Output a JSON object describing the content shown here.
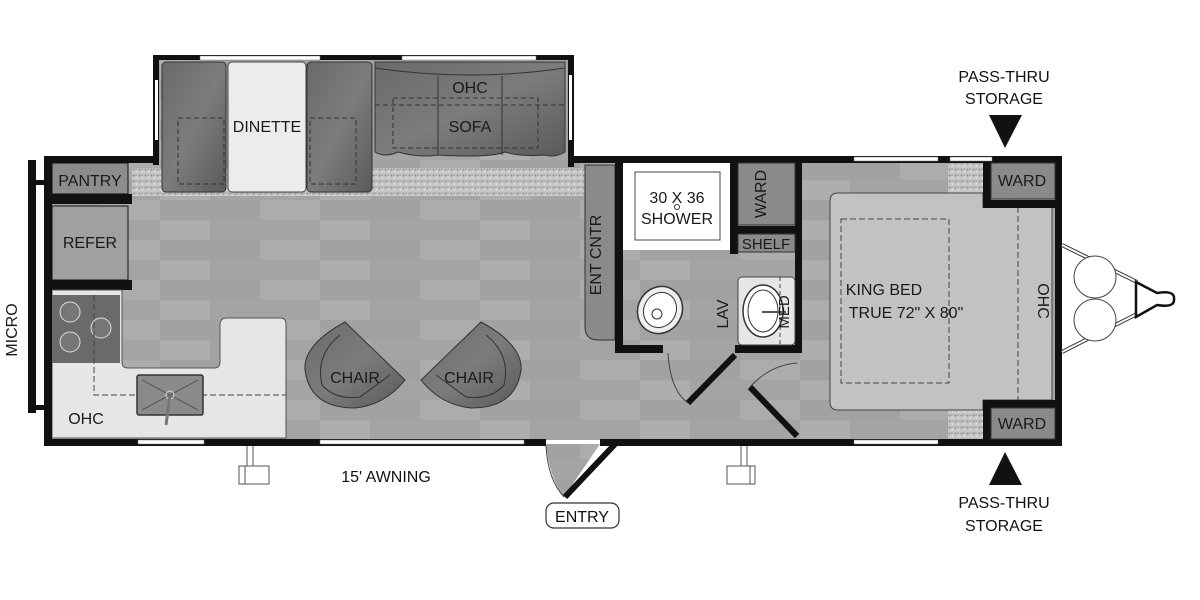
{
  "floorplan": {
    "rooms": {
      "pantry": "PANTRY",
      "refer": "REFER",
      "micro": "MICRO",
      "kitchen_ohc": "OHC",
      "dinette": "DINETTE",
      "sofa_ohc": "OHC",
      "sofa": "SOFA",
      "chair_1": "CHAIR",
      "chair_2": "CHAIR",
      "ent_cntr": "ENT CNTR",
      "shower_size": "30 X 36",
      "shower": "SHOWER",
      "bath_ward": "WARD",
      "shelf": "SHELF",
      "lav": "LAV",
      "med": "MED",
      "bed_title": "KING BED",
      "bed_size": "TRUE 72\" X 80\"",
      "bed_ohc": "OHC",
      "ward_top": "WARD",
      "ward_bottom": "WARD"
    },
    "exterior": {
      "awning": "15' AWNING",
      "entry": "ENTRY",
      "pass_thru_top_line1": "PASS-THRU",
      "pass_thru_top_line2": "STORAGE",
      "pass_thru_bottom_line1": "PASS-THRU",
      "pass_thru_bottom_line2": "STORAGE"
    },
    "colors": {
      "wall": "#111111",
      "floor": "#a8a8a8",
      "cabinet": "#8a8a8a",
      "furniture": "#5e5e5e",
      "counter": "#e6e6e6",
      "bed": "#c4c4c4",
      "carpet": "#bdbdbd"
    }
  }
}
